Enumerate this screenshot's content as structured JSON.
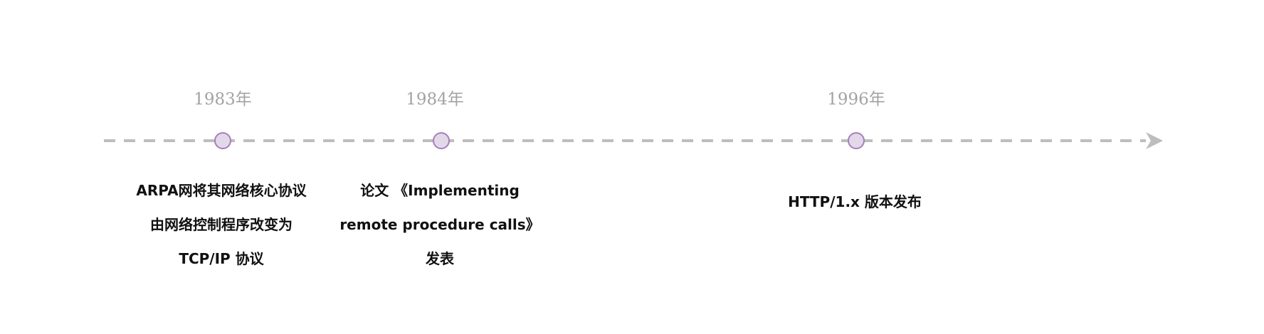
{
  "timeline": {
    "colors": {
      "axis": "#bdbdbd",
      "arrow": "#bdbdbd",
      "node_fill": "#e3d8ea",
      "node_stroke": "#a57fb8",
      "year_text": "#a3a3a3",
      "event_text": "#111111"
    },
    "events": [
      {
        "year": "1983年",
        "lines": [
          "ARPA网将其网络核心协议",
          "由网络控制程序改变为",
          "TCP/IP 协议"
        ]
      },
      {
        "year": "1984年",
        "lines": [
          "论文 《Implementing",
          "remote procedure calls》",
          "发表"
        ]
      },
      {
        "year": "1996年",
        "lines": [
          "HTTP/1.x 版本发布"
        ]
      }
    ]
  }
}
